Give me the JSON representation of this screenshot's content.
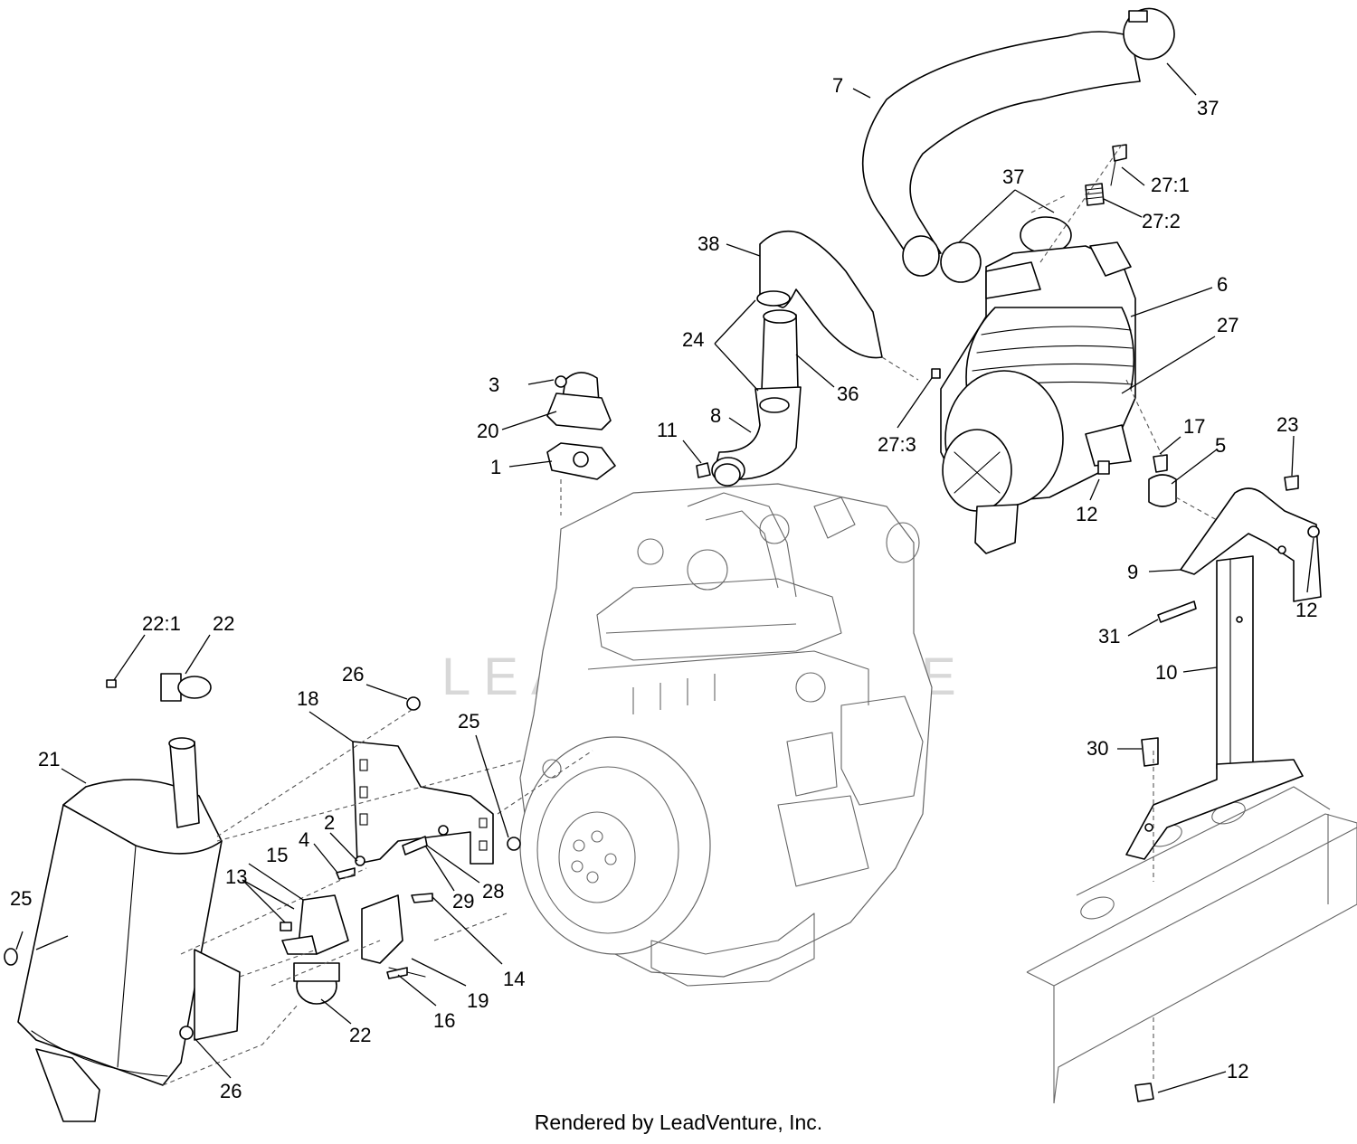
{
  "watermark": "LEADVENTURE",
  "footer": {
    "credit": "Rendered by LeadVenture, Inc."
  },
  "callouts": {
    "c1": "1",
    "c2": "2",
    "c3": "3",
    "c4": "4",
    "c5": "5",
    "c6": "6",
    "c7": "7",
    "c8": "8",
    "c9": "9",
    "c10": "10",
    "c11": "11",
    "c12a": "12",
    "c12b": "12",
    "c12c": "12",
    "c13": "13",
    "c14": "14",
    "c15": "15",
    "c16": "16",
    "c17": "17",
    "c18": "18",
    "c19": "19",
    "c20": "20",
    "c21": "21",
    "c22a": "22",
    "c22b": "22",
    "c22_1": "22:1",
    "c23": "23",
    "c24": "24",
    "c25a": "25",
    "c25b": "25",
    "c26a": "26",
    "c26b": "26",
    "c27": "27",
    "c27_1": "27:1",
    "c27_2": "27:2",
    "c27_3": "27:3",
    "c28": "28",
    "c29": "29",
    "c30": "30",
    "c31": "31",
    "c36": "36",
    "c37a": "37",
    "c37b": "37",
    "c38": "38"
  }
}
